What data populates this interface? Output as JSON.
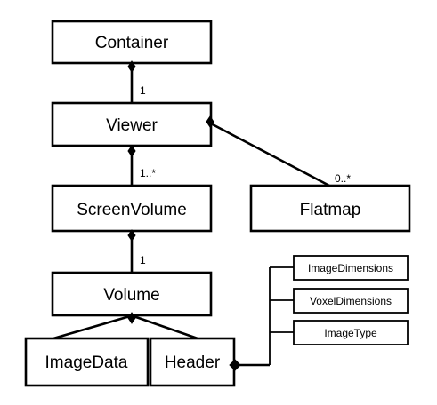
{
  "classes": {
    "container": "Container",
    "viewer": "Viewer",
    "screen_volume": "ScreenVolume",
    "flatmap": "Flatmap",
    "volume": "Volume",
    "image_data": "ImageData",
    "header": "Header",
    "image_dimensions": "ImageDimensions",
    "voxel_dimensions": "VoxelDimensions",
    "image_type": "ImageType"
  },
  "multiplicities": {
    "container_viewer": "1",
    "viewer_screen_volume": "1..*",
    "viewer_flatmap": "0..*",
    "screen_volume_volume": "1"
  },
  "colors": {
    "flatmap_text": "#e8211b",
    "default_text": "#000000"
  }
}
